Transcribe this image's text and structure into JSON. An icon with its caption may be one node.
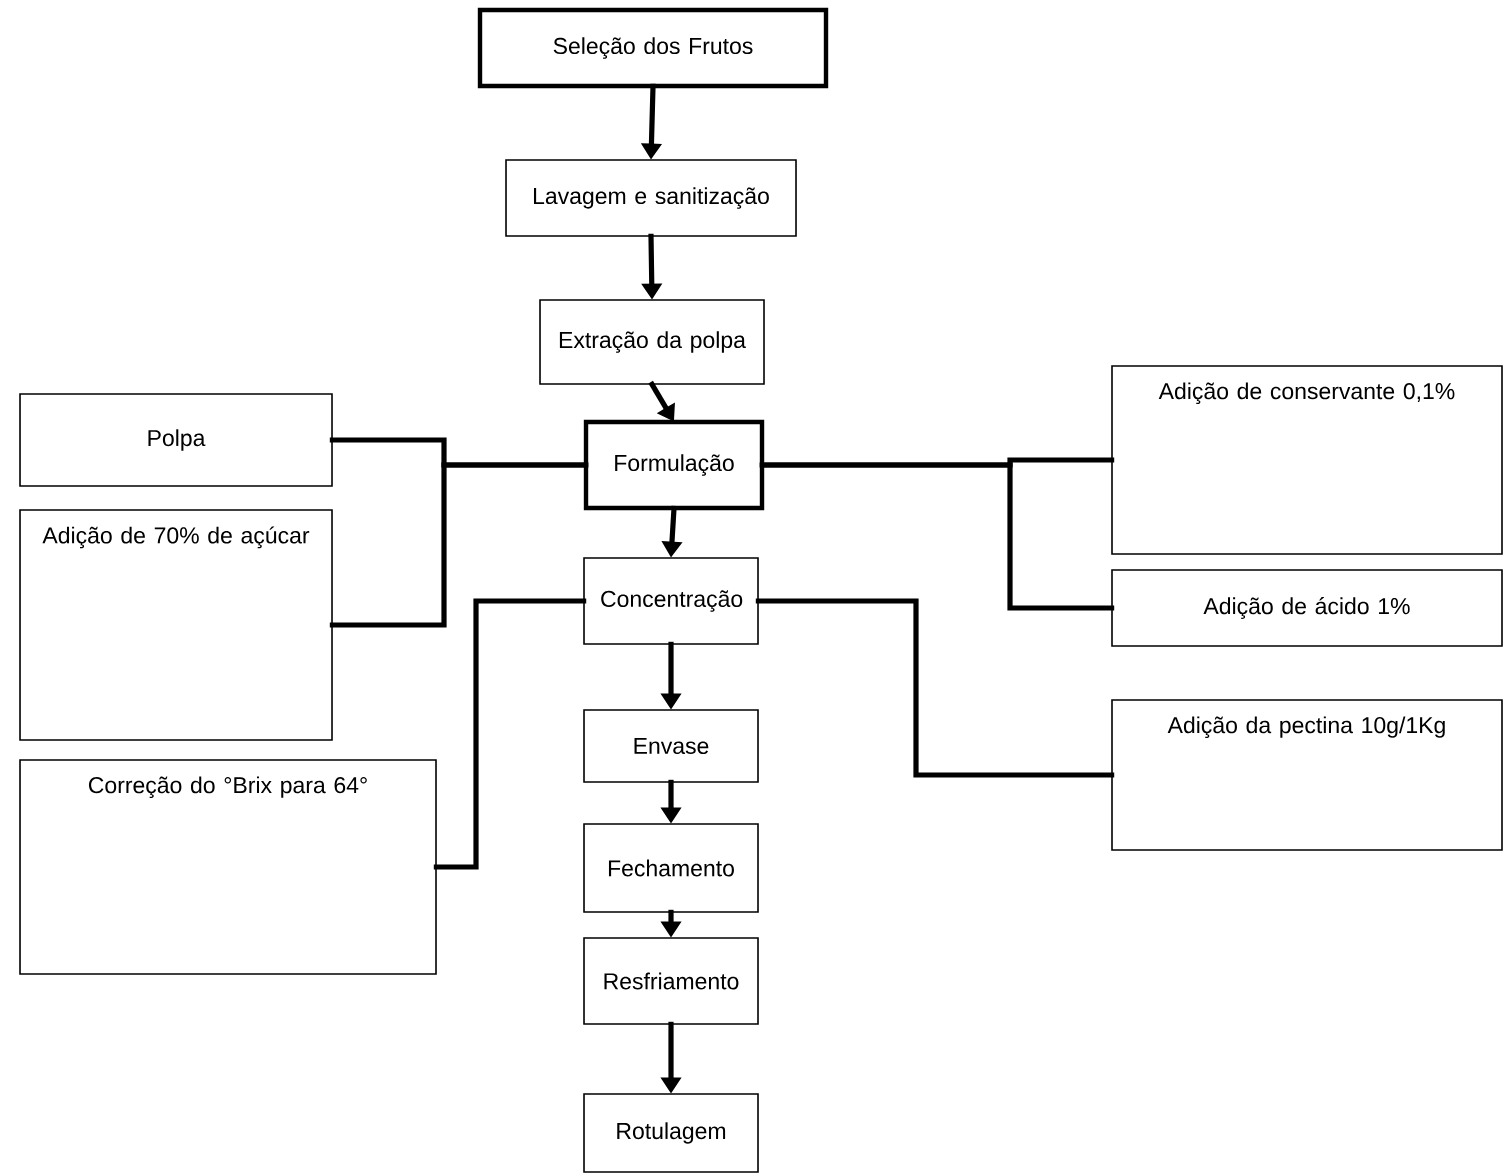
{
  "diagram": {
    "nodes": [
      {
        "text": [
          "Seleção dos Frutos"
        ]
      },
      {
        "text": [
          "Lavagem e sanitização"
        ]
      },
      {
        "text": [
          "Extração da polpa"
        ]
      },
      {
        "text": [
          "Formulação"
        ]
      },
      {
        "text": [
          "Concentração"
        ]
      },
      {
        "text": [
          "Envase"
        ]
      },
      {
        "text": [
          "Fechamento"
        ]
      },
      {
        "text": [
          "Resfriamento"
        ]
      },
      {
        "text": [
          "Rotulagem"
        ]
      },
      {
        "text": [
          "Polpa"
        ]
      },
      {
        "text": [
          "Adição de 70% de açúcar"
        ]
      },
      {
        "text": [
          "Correção do °Brix para 64°"
        ]
      },
      {
        "text": [
          "Adição de conservante 0,1%"
        ]
      },
      {
        "text": [
          "Adição de ácido 1%"
        ]
      },
      {
        "text": [
          "Adição da pectina 10g/1Kg"
        ]
      }
    ],
    "edges": [
      {
        "from": 0,
        "to": 1,
        "arrow": "to"
      },
      {
        "from": 1,
        "to": 2,
        "arrow": "to"
      },
      {
        "from": 2,
        "to": 3,
        "arrow": "to"
      },
      {
        "from": 3,
        "to": 4,
        "arrow": "to"
      },
      {
        "from": 4,
        "to": 5,
        "arrow": "to"
      },
      {
        "from": 5,
        "to": 6,
        "arrow": "to"
      },
      {
        "from": 6,
        "to": 7,
        "arrow": "to"
      },
      {
        "from": 7,
        "to": 8,
        "arrow": "to"
      },
      {
        "from": 9,
        "to": 3,
        "arrow": "none"
      },
      {
        "from": 10,
        "to": 3,
        "arrow": "none"
      },
      {
        "from": 12,
        "to": 3,
        "arrow": "none"
      },
      {
        "from": 13,
        "to": 3,
        "arrow": "none"
      },
      {
        "from": 11,
        "to": 4,
        "arrow": "none"
      },
      {
        "from": 14,
        "to": 4,
        "arrow": "none"
      }
    ]
  }
}
